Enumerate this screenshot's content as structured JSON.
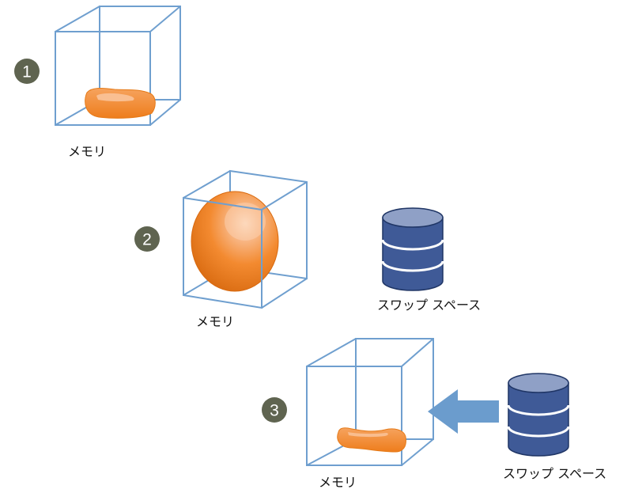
{
  "steps": [
    {
      "number": "1",
      "memory_label": "メモリ",
      "state": "small data in memory"
    },
    {
      "number": "2",
      "memory_label": "メモリ",
      "swap_label": "スワップ スペース",
      "state": "data grows beyond memory"
    },
    {
      "number": "3",
      "memory_label": "メモリ",
      "swap_label": "スワップ スペース",
      "state": "data moved back from swap"
    }
  ],
  "colors": {
    "box_outline": "#6f9fcf",
    "blob": "#f28a2e",
    "badge": "#5f6450",
    "db_top": "#8fa0c6",
    "db_body": "#3f5a97",
    "arrow": "#6b9ccd"
  },
  "icons": [
    "memory-box-icon",
    "data-blob-icon",
    "database-icon",
    "left-arrow-icon"
  ]
}
